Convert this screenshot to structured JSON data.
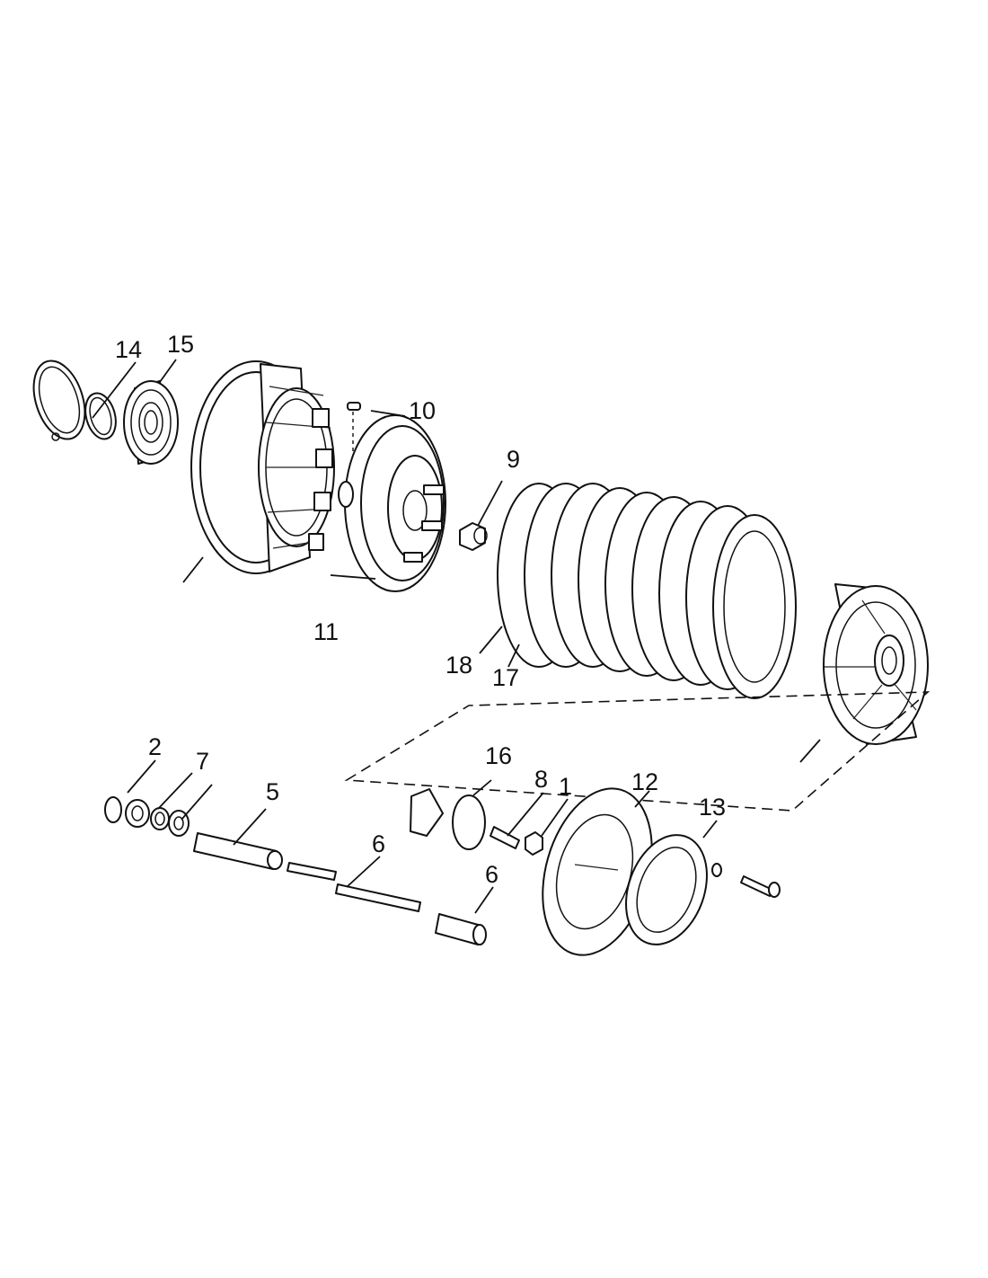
{
  "diagram": {
    "callouts": {
      "c1": "1",
      "c2": "2",
      "c5": "5",
      "c6a": "6",
      "c6b": "6",
      "c7": "7",
      "c8": "8",
      "c9": "9",
      "c10": "10",
      "c11": "11",
      "c12": "12",
      "c13": "13",
      "c14": "14",
      "c15": "15",
      "c16": "16",
      "c17": "17",
      "c18": "18"
    }
  }
}
